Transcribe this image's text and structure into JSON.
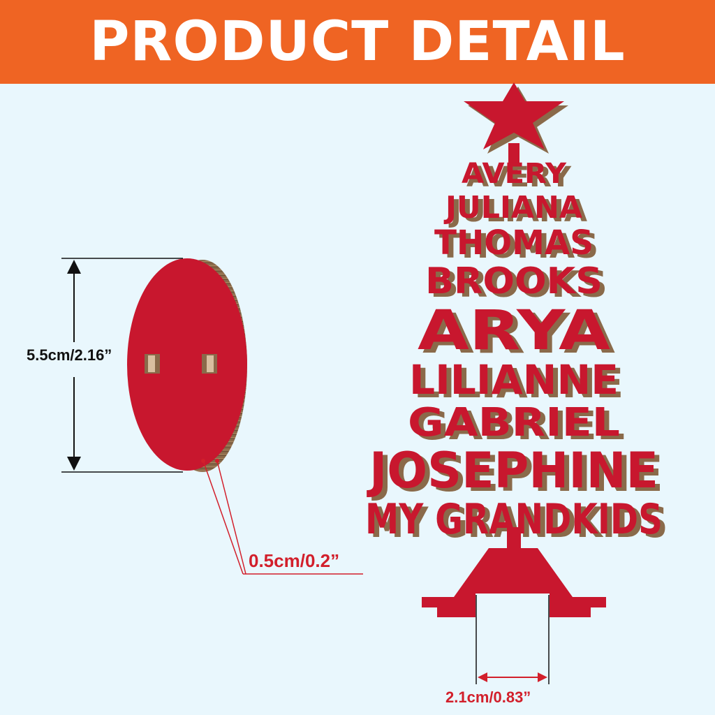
{
  "banner": {
    "title": "PRODUCT DETAIL"
  },
  "dimensions": {
    "height": "5.5cm/2.16”",
    "thickness": "0.5cm/0.2”",
    "slot_width": "2.1cm/0.83”"
  },
  "tree": {
    "names": [
      "AVERY",
      "JULIANA",
      "THOMAS",
      "BROOKS",
      "ARYA",
      "LILIANNE",
      "GABRIEL",
      "JOSEPHINE",
      "MY GRANDKIDS"
    ]
  },
  "colors": {
    "banner": "#ef6423",
    "background": "#e9f7fd",
    "product_red": "#c8172e",
    "wood_edge": "#8a6a4a",
    "dimension_red": "#d21f2b"
  }
}
